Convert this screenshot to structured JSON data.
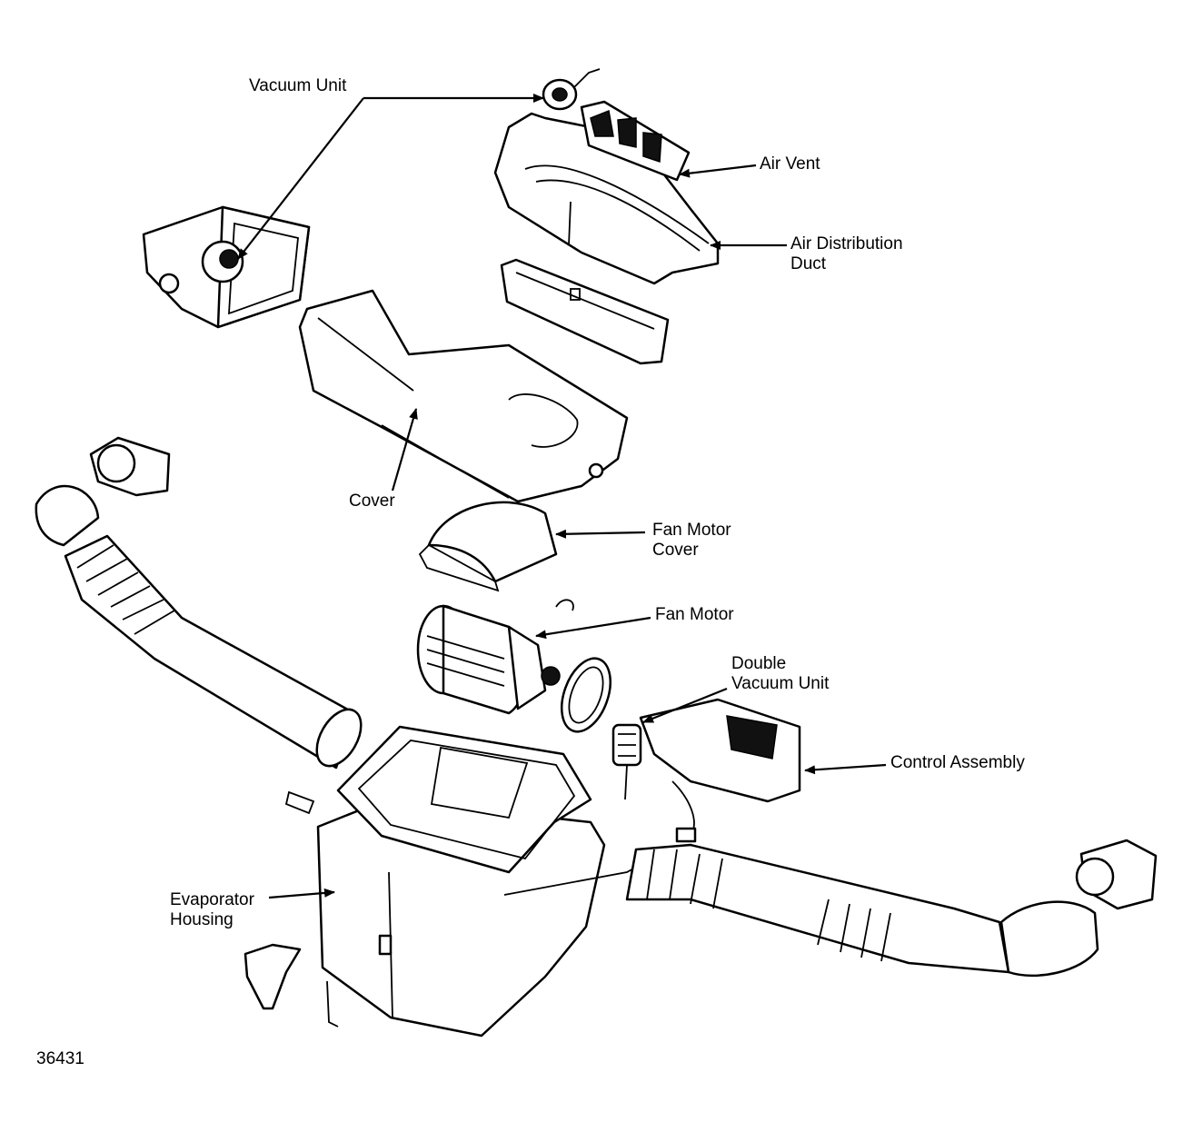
{
  "labels": {
    "vacuum_unit": "Vacuum Unit",
    "air_vent": "Air Vent",
    "air_distribution_duct_1": "Air Distribution",
    "air_distribution_duct_2": "Duct",
    "cover": "Cover",
    "fan_motor_cover_1": "Fan Motor",
    "fan_motor_cover_2": "Cover",
    "fan_motor": "Fan Motor",
    "double_vacuum_unit_1": "Double",
    "double_vacuum_unit_2": "Vacuum Unit",
    "control_assembly": "Control Assembly",
    "evaporator_housing_1": "Evaporator",
    "evaporator_housing_2": "Housing"
  },
  "figure_number": "36431"
}
